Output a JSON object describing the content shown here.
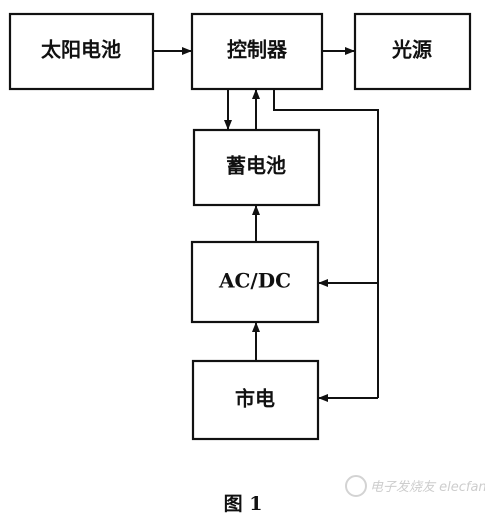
{
  "diagram": {
    "nodes": {
      "solar": "太阳电池",
      "controller": "控制器",
      "light": "光源",
      "battery": "蓄电池",
      "acdc": "AC/DC",
      "mains": "市电"
    },
    "edges": [
      {
        "from": "solar",
        "to": "controller"
      },
      {
        "from": "controller",
        "to": "light"
      },
      {
        "from": "controller",
        "to": "battery"
      },
      {
        "from": "battery",
        "to": "controller"
      },
      {
        "from": "acdc",
        "to": "battery"
      },
      {
        "from": "mains",
        "to": "acdc"
      },
      {
        "from": "controller",
        "to": "acdc"
      },
      {
        "from": "controller",
        "to": "mains"
      }
    ]
  },
  "caption": "图 1",
  "watermark": "电子发烧友 elecfans.com"
}
